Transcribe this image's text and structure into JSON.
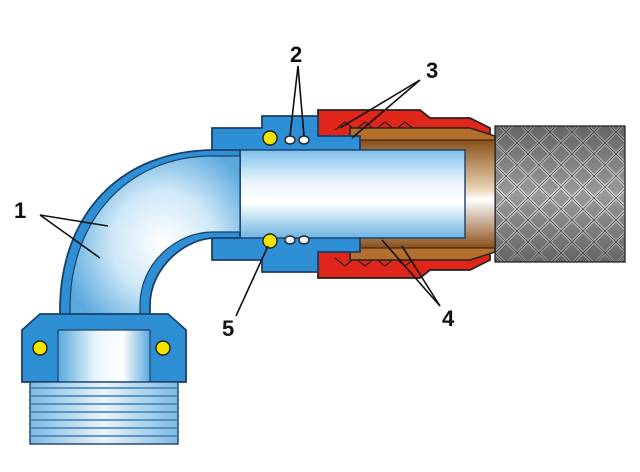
{
  "callouts": {
    "c1": "1",
    "c2": "2",
    "c3": "3",
    "c4": "4",
    "c5": "5"
  },
  "colors": {
    "fitting_blue": "#2f8fd4",
    "fitting_blue_dark": "#1d5f9c",
    "tube_light": "#e8f4fb",
    "nut_red": "#e0261b",
    "socket_bronze": "#b36f2b",
    "braid_grey": "#8c8c8c",
    "o_ring_yellow": "#f2e600"
  },
  "icons": {
    "diagram": "hose-fitting-cross-section"
  }
}
